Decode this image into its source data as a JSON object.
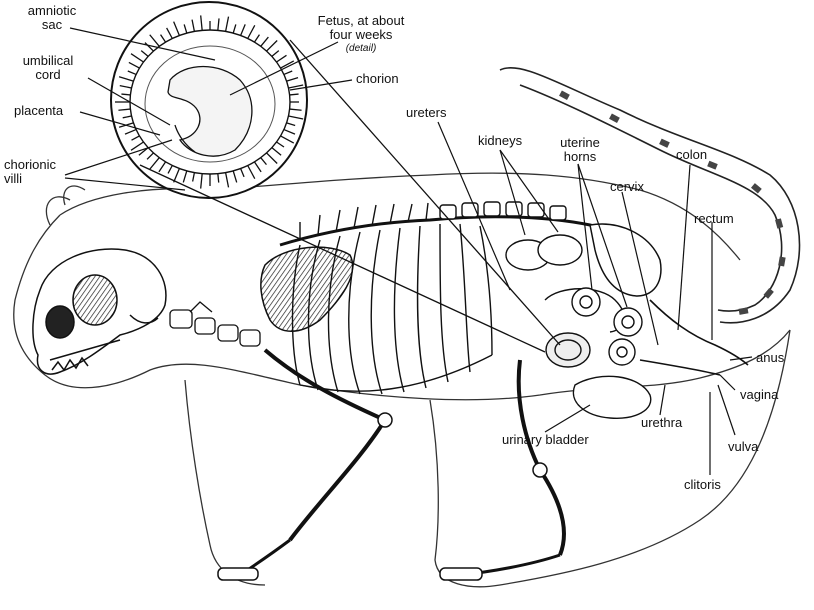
{
  "labels": {
    "amniotic_sac": [
      "amniotic",
      "sac"
    ],
    "umbilical_cord": [
      "umbilical",
      "cord"
    ],
    "placenta": "placenta",
    "chorionic_villi": [
      "chorionic",
      "villi"
    ],
    "fetus": [
      "Fetus, at about",
      "four weeks",
      "(detail)"
    ],
    "chorion": "chorion",
    "ureters": "ureters",
    "kidneys": "kidneys",
    "uterine_horns": [
      "uterine",
      "horns"
    ],
    "colon": "colon",
    "cervix": "cervix",
    "rectum": "rectum",
    "anus": "anus",
    "vagina": "vagina",
    "vulva": "vulva",
    "clitoris": "clitoris",
    "urethra": "urethra",
    "urinary_bladder": "urinary bladder"
  },
  "colors": {
    "ink": "#111111",
    "background": "#ffffff",
    "fetus_fill": "#f4f4f4"
  }
}
